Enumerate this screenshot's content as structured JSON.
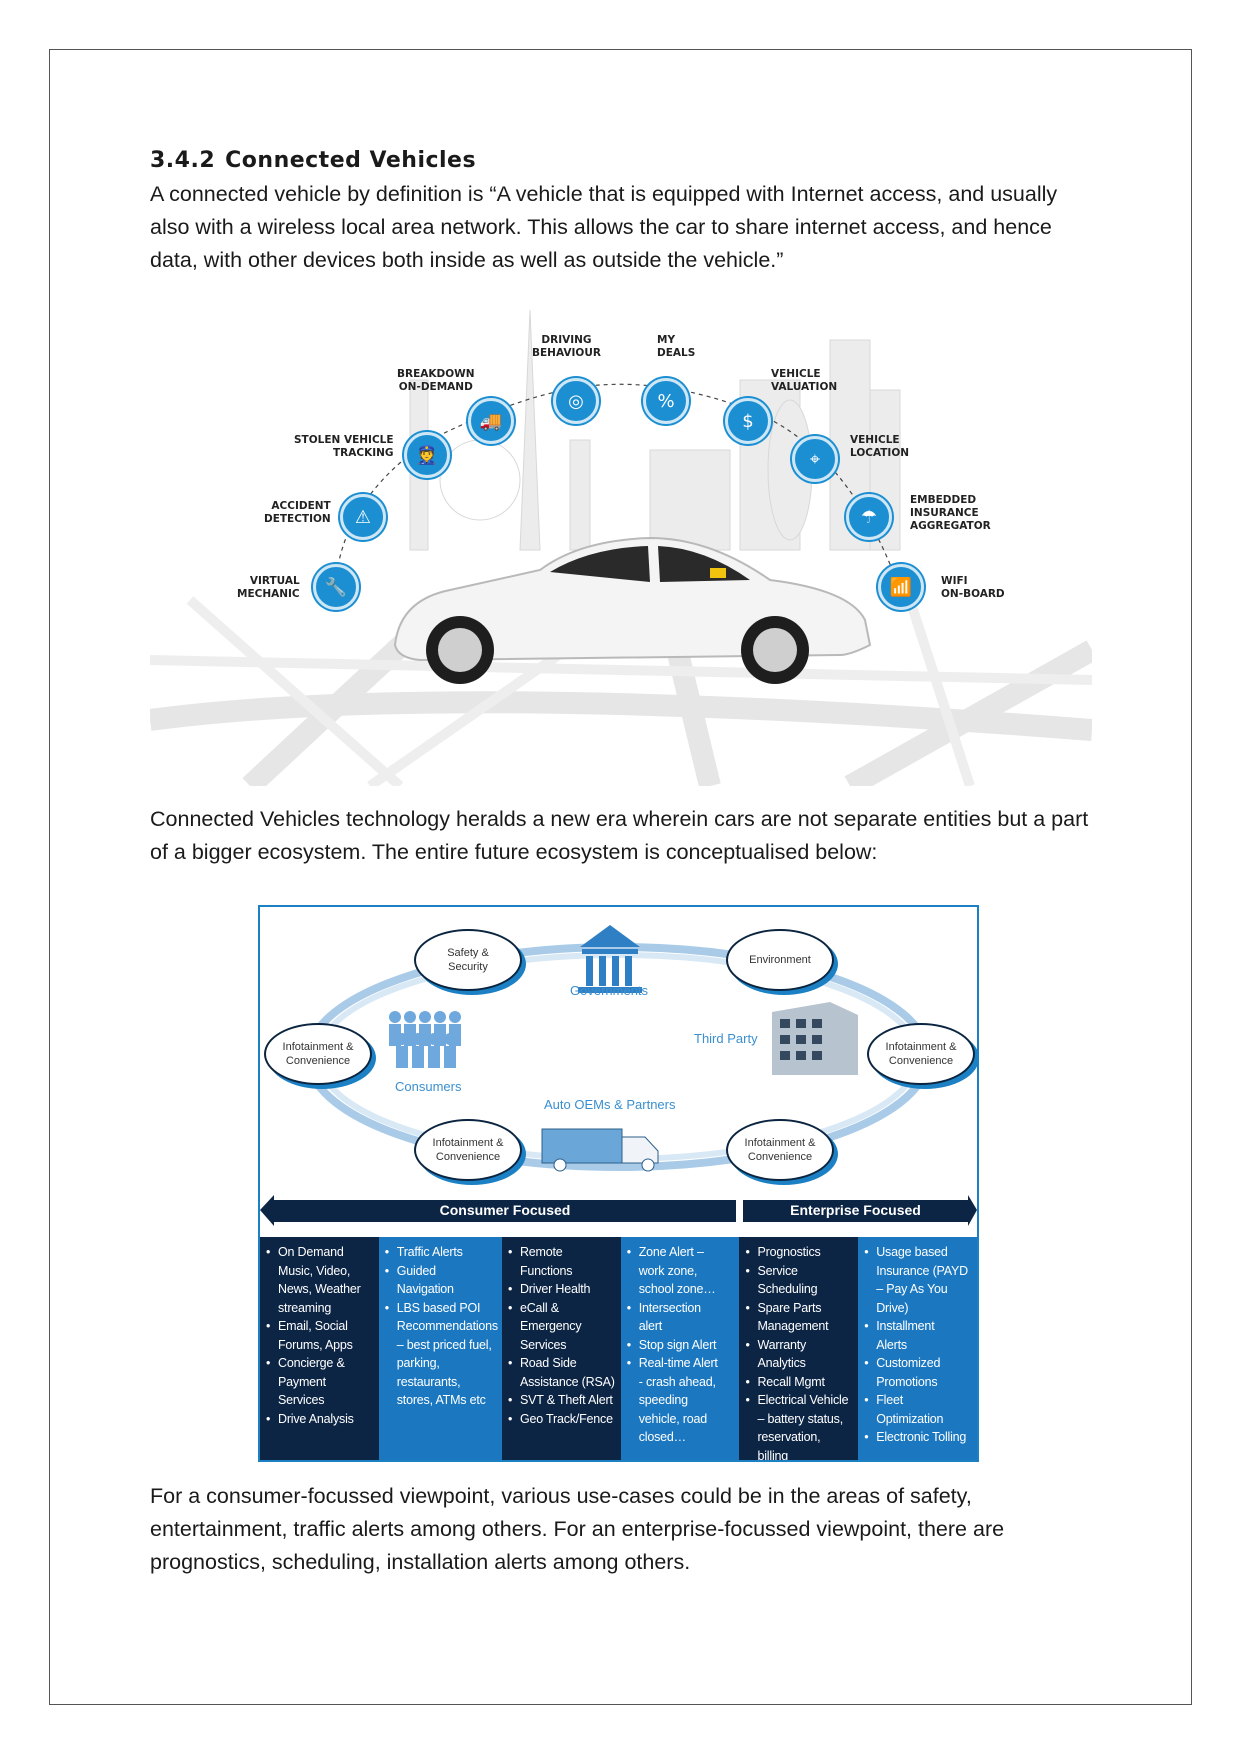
{
  "section": {
    "number": "3.4.2",
    "title": "Connected Vehicles"
  },
  "paragraphs": {
    "intro": "A connected vehicle by definition is “A vehicle that is equipped with Internet access, and usually also with a wireless local area network. This allows the car to share internet access, and hence data, with other devices both inside as well as outside the vehicle.”",
    "ecosystem": "Connected Vehicles technology heralds a new era wherein cars are not separate entities but a part of a bigger ecosystem. The entire future ecosystem is conceptualised below:",
    "summary": "For a consumer-focussed viewpoint, various use-cases could be in the areas of safety, entertainment, traffic alerts among others. For an enterprise-focussed viewpoint, there are prognostics, scheduling, installation alerts among others."
  },
  "figure1": {
    "services": [
      {
        "label": "VIRTUAL\nMECHANIC",
        "icon": "wrench-icon"
      },
      {
        "label": "ACCIDENT\nDETECTION",
        "icon": "accident-icon"
      },
      {
        "label": "STOLEN VEHICLE\nTRACKING",
        "icon": "police-icon"
      },
      {
        "label": "BREAKDOWN\nON-DEMAND",
        "icon": "tow-truck-icon"
      },
      {
        "label": "DRIVING\nBEHAVIOUR",
        "icon": "steering-wheel-icon"
      },
      {
        "label": "MY\nDEALS",
        "icon": "discount-icon"
      },
      {
        "label": "VEHICLE\nVALUATION",
        "icon": "car-dollar-icon"
      },
      {
        "label": "VEHICLE\nLOCATION",
        "icon": "map-pin-icon"
      },
      {
        "label": "EMBEDDED\nINSURANCE\nAGGREGATOR",
        "icon": "umbrella-icon"
      },
      {
        "label": "WIFI\nON-BOARD",
        "icon": "wifi-icon"
      }
    ],
    "glyphs": [
      "🔧",
      "⚠",
      "👮",
      "🚚",
      "◎",
      "%",
      "$",
      "⌖",
      "☂",
      "📶"
    ]
  },
  "figure2": {
    "bubbles": {
      "safety": "Safety &\nSecurity",
      "environment": "Environment",
      "infotainment_left": "Infotainment &\nConvenience",
      "infotainment_right": "Infotainment &\nConvenience",
      "infotainment_bottom_left": "Infotainment &\nConvenience",
      "infotainment_bottom_right": "Infotainment &\nConvenience"
    },
    "labels": {
      "governments": "Governments",
      "consumers": "Consumers",
      "third_party": "Third Party",
      "auto_oems": "Auto OEMs & Partners"
    },
    "bars": {
      "consumer": "Consumer Focused",
      "enterprise": "Enterprise Focused"
    },
    "columns": [
      [
        [
          "b",
          "On Demand"
        ],
        [
          "c",
          "Music, Video,"
        ],
        [
          "c",
          "News, Weather"
        ],
        [
          "c",
          "streaming"
        ],
        [
          "b",
          "Email, Social"
        ],
        [
          "c",
          "Forums, Apps"
        ],
        [
          "b",
          "Concierge &"
        ],
        [
          "c",
          "Payment"
        ],
        [
          "c",
          "Services"
        ],
        [
          "b",
          "Drive Analysis"
        ]
      ],
      [
        [
          "b",
          "Traffic Alerts"
        ],
        [
          "b",
          "Guided"
        ],
        [
          "c",
          "Navigation"
        ],
        [
          "b",
          "LBS based POI"
        ],
        [
          "c",
          "Recommendations"
        ],
        [
          "c",
          "– best priced fuel,"
        ],
        [
          "c",
          "parking,"
        ],
        [
          "c",
          "restaurants,"
        ],
        [
          "c",
          "stores, ATMs etc"
        ]
      ],
      [
        [
          "b",
          "Remote"
        ],
        [
          "c",
          "Functions"
        ],
        [
          "b",
          "Driver Health"
        ],
        [
          "b",
          "eCall &"
        ],
        [
          "c",
          "Emergency"
        ],
        [
          "c",
          "Services"
        ],
        [
          "b",
          "Road Side"
        ],
        [
          "c",
          "Assistance (RSA)"
        ],
        [
          "b",
          "SVT & Theft Alert"
        ],
        [
          "b",
          "Geo Track/Fence"
        ]
      ],
      [
        [
          "b",
          "Zone Alert –"
        ],
        [
          "c",
          "work zone,"
        ],
        [
          "c",
          "school zone…"
        ],
        [
          "b",
          "Intersection"
        ],
        [
          "c",
          "alert"
        ],
        [
          "b",
          "Stop sign Alert"
        ],
        [
          "b",
          "Real-time Alert"
        ],
        [
          "c",
          "- crash ahead,"
        ],
        [
          "c",
          "speeding"
        ],
        [
          "c",
          "vehicle, road"
        ],
        [
          "c",
          "closed…"
        ]
      ],
      [
        [
          "b",
          "Prognostics"
        ],
        [
          "b",
          "Service"
        ],
        [
          "c",
          "Scheduling"
        ],
        [
          "b",
          "Spare Parts"
        ],
        [
          "c",
          "Management"
        ],
        [
          "b",
          "Warranty Analytics"
        ],
        [
          "b",
          "Recall Mgmt"
        ],
        [
          "b",
          "Electrical Vehicle"
        ],
        [
          "c",
          "– battery status,"
        ],
        [
          "c",
          "reservation,"
        ],
        [
          "c",
          "billing"
        ]
      ],
      [
        [
          "b",
          "Usage based"
        ],
        [
          "c",
          "Insurance (PAYD"
        ],
        [
          "c",
          "– Pay As You"
        ],
        [
          "c",
          "Drive)"
        ],
        [
          "b",
          "Installment"
        ],
        [
          "c",
          "Alerts"
        ],
        [
          "b",
          "Customized"
        ],
        [
          "c",
          "Promotions"
        ],
        [
          "b",
          "Fleet"
        ],
        [
          "c",
          "Optimization"
        ],
        [
          "b",
          "Electronic Tolling"
        ]
      ]
    ]
  }
}
